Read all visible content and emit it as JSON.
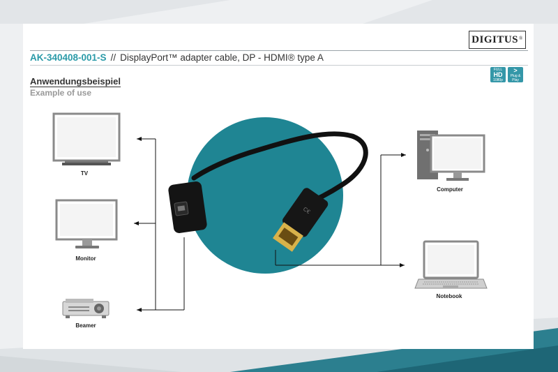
{
  "brand": {
    "logo_text": "DIGITUS",
    "registered_mark": "®"
  },
  "header": {
    "product_code": "AK-340408-001-S",
    "separator": "//",
    "description": "DisplayPort™ adapter cable, DP - HDMI® type A"
  },
  "section": {
    "title": "Anwendungsbeispiel",
    "subtitle": "Example of use"
  },
  "badges": [
    {
      "name": "full-hd-badge",
      "line1": "FULL",
      "line2": "HD",
      "line3": "1080p"
    },
    {
      "name": "plug-and-play-badge",
      "line1": ">",
      "line2": "Plug & Play"
    }
  ],
  "devices": {
    "tv": "TV",
    "monitor": "Monitor",
    "beamer": "Beamer",
    "computer": "Computer",
    "notebook": "Notebook"
  },
  "colors": {
    "accent": "#2a9aa8",
    "circle": "#1f8593",
    "background": "#eef0f2"
  }
}
